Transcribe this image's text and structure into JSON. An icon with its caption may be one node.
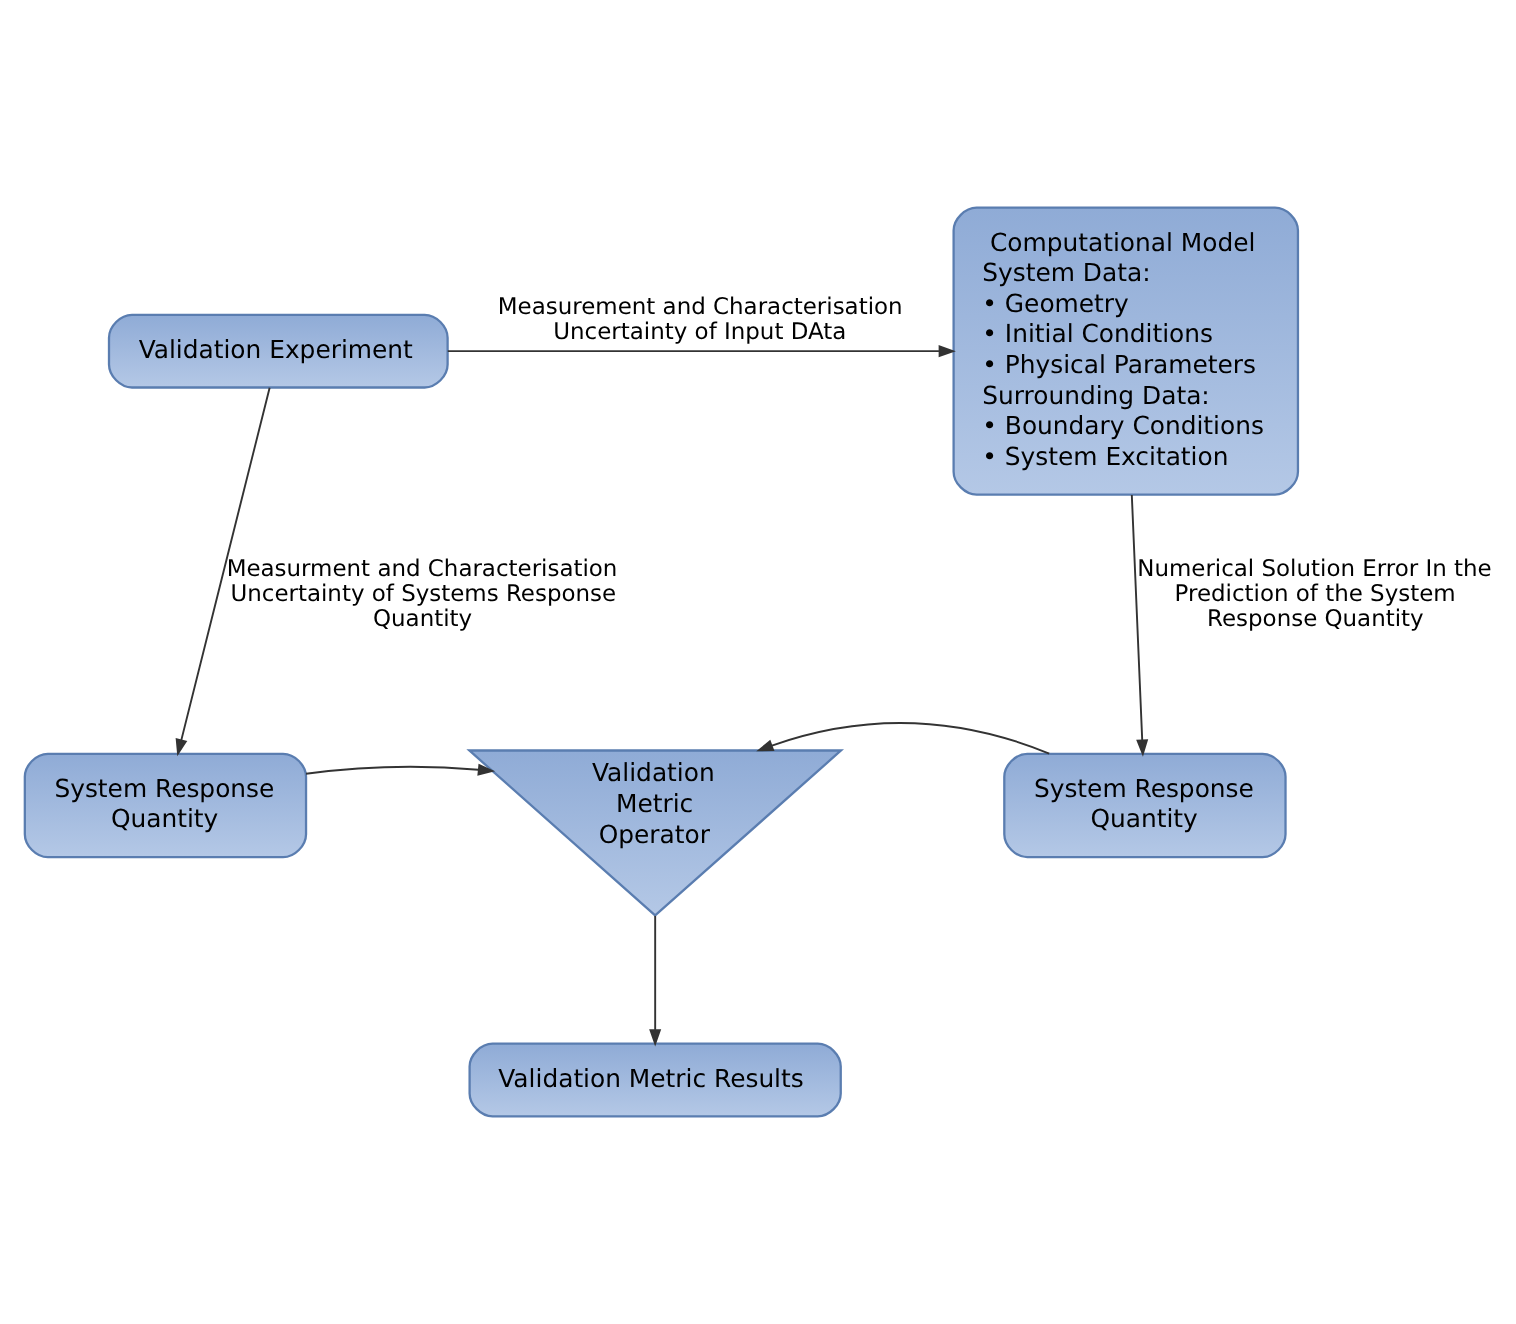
{
  "diagram": {
    "nodes": [
      {
        "text": [
          "Validation Experiment"
        ]
      },
      {
        "text": [
          "Computational Model",
          "System Data:",
          "• Geometry",
          "• Initial Conditions",
          "• Physical Parameters",
          "Surrounding Data:",
          "• Boundary Conditions",
          "• System Excitation"
        ]
      },
      {
        "text": [
          "System Response Quantity"
        ]
      },
      {
        "text": [
          "Validation Metric Operator"
        ]
      },
      {
        "text": [
          "System Response Quantity"
        ]
      },
      {
        "text": [
          "Validation Metric Results"
        ]
      }
    ],
    "edges": [
      {
        "from": 0,
        "to": 1,
        "arrow": "to",
        "label": "Measurement and Characterisation Uncertainty of Input DAta"
      },
      {
        "from": 0,
        "to": 2,
        "arrow": "to",
        "label": "Measurment and Characterisation Uncertainty of Systems Response Quantity"
      },
      {
        "from": 1,
        "to": 4,
        "arrow": "to",
        "label": "Numerical Solution Error In the Prediction of the System Response Quantity"
      },
      {
        "from": 2,
        "to": 3,
        "arrow": "to"
      },
      {
        "from": 4,
        "to": 3,
        "arrow": "to"
      },
      {
        "from": 3,
        "to": 5,
        "arrow": "to"
      }
    ]
  }
}
